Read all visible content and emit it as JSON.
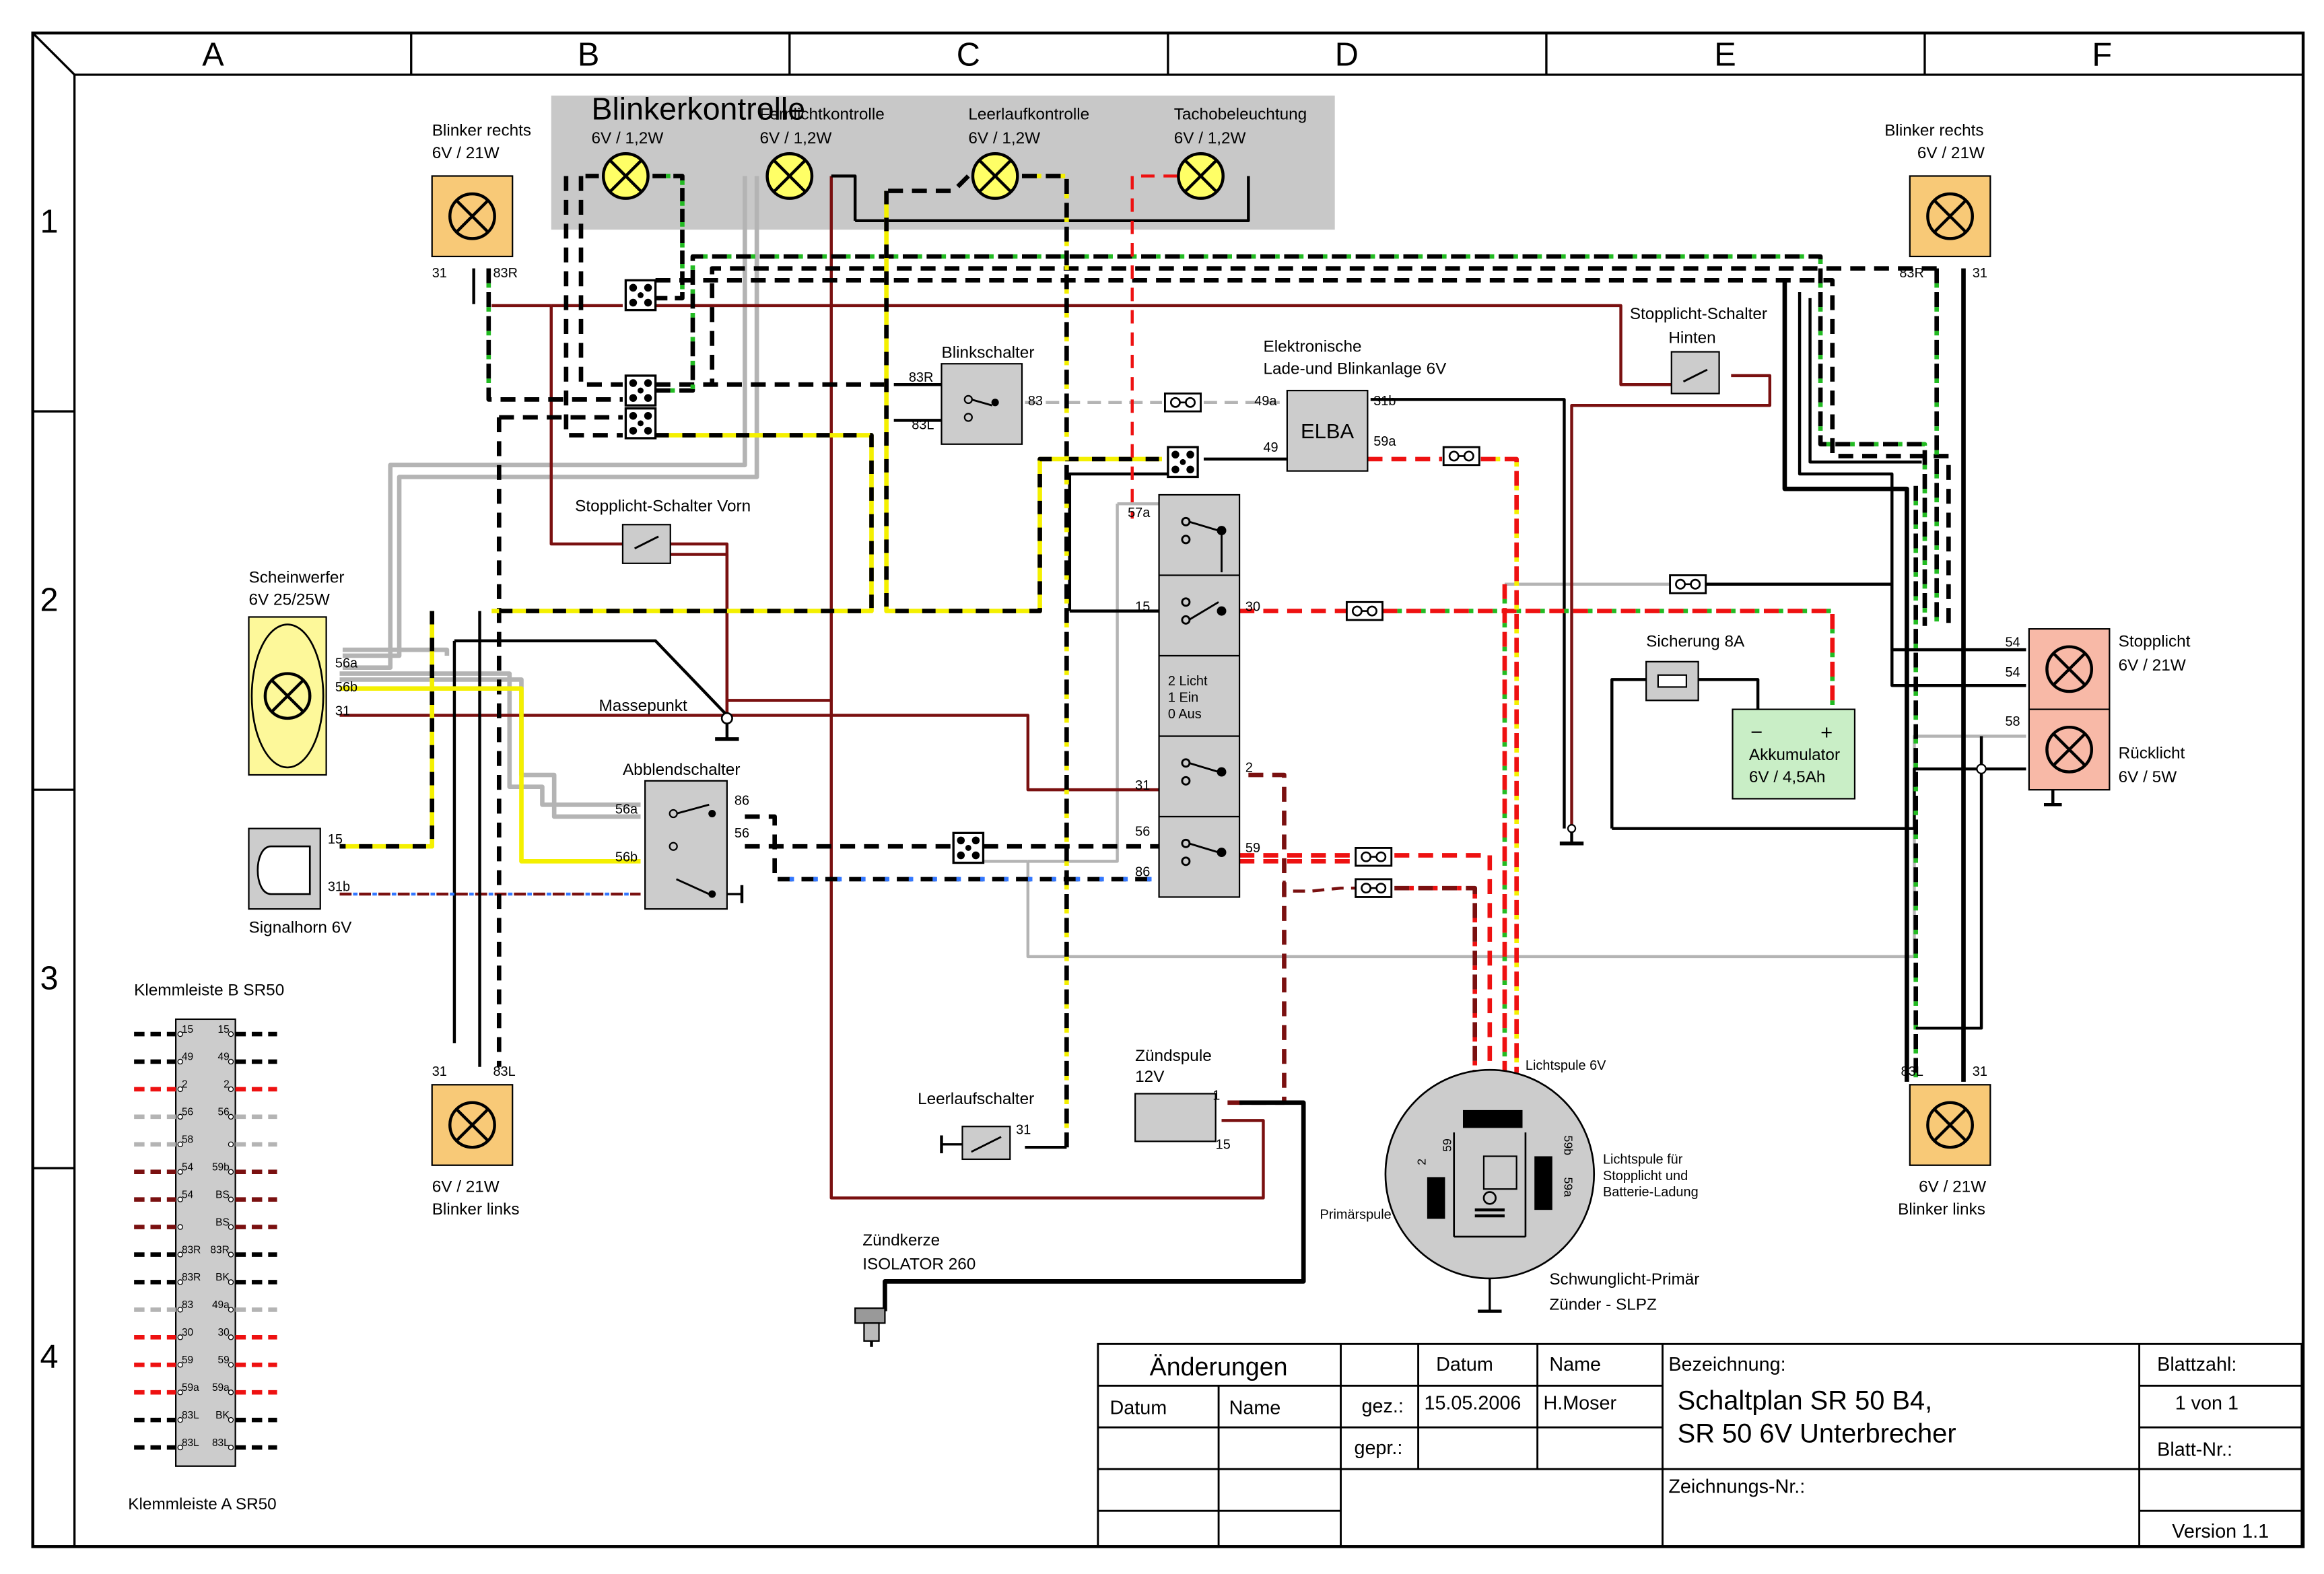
{
  "frame": {
    "columns": [
      "A",
      "B",
      "C",
      "D",
      "E",
      "F"
    ],
    "rows": [
      "1",
      "2",
      "3",
      "4"
    ]
  },
  "colors": {
    "dashboard_panel": "#c8c8c8",
    "blinker_lamp": "#f8c977",
    "headlight": "#fdf89a",
    "battery": "#c9eec6",
    "taillight": "#f8b9a7",
    "component": "#cccccc",
    "lamp_yellow": "#ffff66",
    "wire_black": "#000000",
    "wire_red": "#ee1111",
    "wire_brown": "#7a1010",
    "wire_grey": "#b4b4b4",
    "wire_yellow": "#f4f000",
    "wire_green": "#22bb22",
    "wire_blue": "#3377ff"
  },
  "labels": {
    "blinker_rechts_l_1": "Blinker rechts",
    "blinker_rechts_l_2": "6V / 21W",
    "blinker_rechts_l_t31": "31",
    "blinker_rechts_l_t83": "83R",
    "blinker_rechts_r_1": "Blinker rechts",
    "blinker_rechts_r_2": "6V / 21W",
    "blinker_rechts_r_t83": "83R",
    "blinker_rechts_r_t31": "31",
    "blinkerkontrolle_1": "Blinkerkontrolle",
    "blinkerkontrolle_2": "6V / 1,2W",
    "fernlichtkontrolle_1": "Fernlichtkontrolle",
    "fernlichtkontrolle_2": "6V / 1,2W",
    "leerlaufkontrolle_1": "Leerlaufkontrolle",
    "leerlaufkontrolle_2": "6V / 1,2W",
    "tachobeleuchtung_1": "Tachobeleuchtung",
    "tachobeleuchtung_2": "6V / 1,2W",
    "blinkschalter": "Blinkschalter",
    "bs_83r": "83R",
    "bs_83l": "83L",
    "bs_83": "83",
    "elba_1": "Elektronische",
    "elba_2": "Lade-und Blinkanlage 6V",
    "elba_box": "ELBA",
    "elba_49a": "49a",
    "elba_49": "49",
    "elba_31b": "31b",
    "elba_59a": "59a",
    "stopp_hinten_1": "Stopplicht-Schalter",
    "stopp_hinten_2": "Hinten",
    "stopp_vorn": "Stopplicht-Schalter  Vorn",
    "scheinwerfer_1": "Scheinwerfer",
    "scheinwerfer_2": "6V 25/25W",
    "sw_56a": "56a",
    "sw_56b": "56b",
    "sw_31": "31",
    "massepunkt": "Massepunkt",
    "abblend": "Abblendschalter",
    "ab_56a": "56a",
    "ab_56b": "56b",
    "ab_86": "86",
    "ab_56": "56",
    "signalhorn": "Signalhorn 6V",
    "sh_15": "15",
    "sh_31b": "31b",
    "zs_57a": "57a",
    "zs_15": "15",
    "zs_30": "30",
    "zs_pos1": "2 Licht",
    "zs_pos2": "1 Ein",
    "zs_pos3": "0 Aus",
    "zs_31": "31",
    "zs_2": "2",
    "zs_56": "56",
    "zs_86": "86",
    "zs_59": "59",
    "sicherung": "Sicherung 8A",
    "akku_1": "Akkumulator",
    "akku_2": "6V / 4,5Ah",
    "akku_minus": "−",
    "akku_plus": "+",
    "stopplicht_1": "Stopplicht",
    "stopplicht_2": "6V / 21W",
    "ruecklicht_1": "Rücklicht",
    "ruecklicht_2": "6V / 5W",
    "sl_54a": "54",
    "sl_54b": "54",
    "sl_58": "58",
    "klemm_b": "Klemmleiste B SR50",
    "klemm_a": "Klemmleiste A SR50",
    "blinker_links_l_t31": "31",
    "blinker_links_l_t83": "83L",
    "blinker_links_l_1": "6V / 21W",
    "blinker_links_l_2": "Blinker links",
    "blinker_links_r_t83": "83L",
    "blinker_links_r_t31": "31",
    "blinker_links_r_1": "6V / 21W",
    "blinker_links_r_2": "Blinker links",
    "leerlaufschalter": "Leerlaufschalter",
    "ls_31": "31",
    "zuendspule_1": "Zündspule",
    "zuendspule_2": "12V",
    "zsp_1": "1",
    "zsp_15": "15",
    "zuendkerze_1": "Zündkerze",
    "zuendkerze_2": "ISOLATOR 260",
    "lichtspule": "Lichtspule 6V",
    "lichtspule_stopp_1": "Lichtspule für",
    "lichtspule_stopp_2": "Stopplicht und",
    "lichtspule_stopp_3": "Batterie-Ladung",
    "primaerspule": "Primärspule",
    "slpz_1": "Schwunglicht-Primär",
    "slpz_2": "Zünder - SLPZ",
    "mag_59": "59",
    "mag_2": "2",
    "mag_59b": "59b",
    "mag_59a": "59a"
  },
  "klemmleiste": [
    {
      "l": "15",
      "r": "15"
    },
    {
      "l": "49",
      "r": "49"
    },
    {
      "l": "2",
      "r": "2"
    },
    {
      "l": "56",
      "r": "56"
    },
    {
      "l": "58",
      "r": ""
    },
    {
      "l": "54",
      "r": "59b"
    },
    {
      "l": "54",
      "r": "BS"
    },
    {
      "l": "",
      "r": "BS"
    },
    {
      "l": "83R",
      "r": "83R"
    },
    {
      "l": "83R",
      "r": "BK"
    },
    {
      "l": "83",
      "r": "49a"
    },
    {
      "l": "30",
      "r": "30"
    },
    {
      "l": "59",
      "r": "59"
    },
    {
      "l": "59a",
      "r": "59a"
    },
    {
      "l": "83L",
      "r": "BK"
    },
    {
      "l": "83L",
      "r": "83L"
    }
  ],
  "titleblock": {
    "aenderungen": "Änderungen",
    "datum_h": "Datum",
    "name_h": "Name",
    "datum_col": "Datum",
    "name_col": "Name",
    "gez": "gez.:",
    "gez_datum": "15.05.2006",
    "gez_name": "H.Moser",
    "gepr": "gepr.:",
    "bezeichnung": "Bezeichnung:",
    "title_1": "Schaltplan SR 50 B4,",
    "title_2": "SR 50 6V Unterbrecher",
    "zeichnungsnr": "Zeichnungs-Nr.:",
    "blattzahl": "Blattzahl:",
    "blattzahl_val": "1 von 1",
    "blattnr": "Blatt-Nr.:",
    "version": "Version 1.1"
  }
}
